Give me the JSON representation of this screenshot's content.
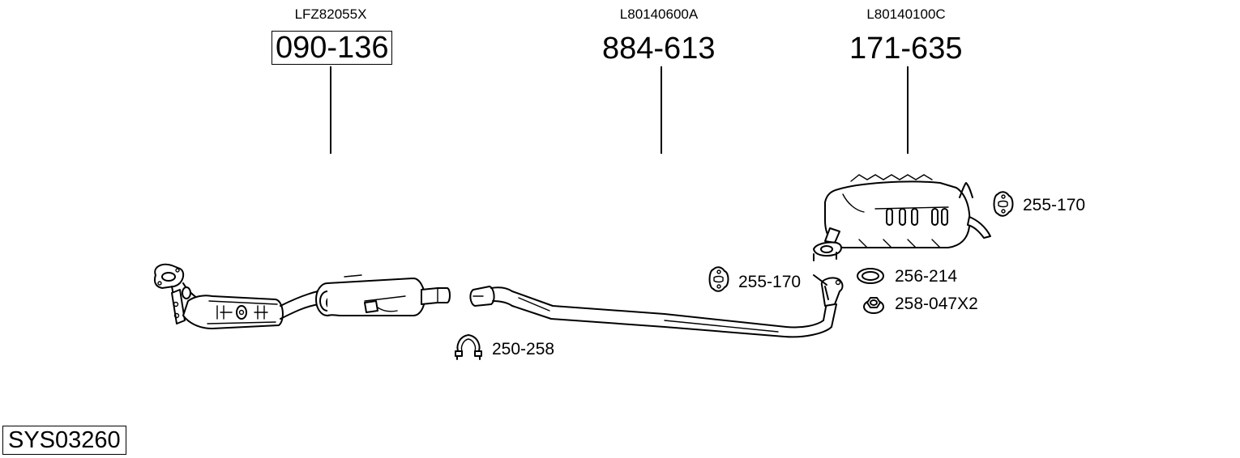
{
  "diagram": {
    "type": "exhaust-system-parts-diagram",
    "system_number": "SYS03260",
    "main_parts": [
      {
        "oem_number": "LFZ82055X",
        "part_number": "090-136",
        "boxed": true,
        "description": "catalytic-converter-with-front-silencer"
      },
      {
        "oem_number": "L80140600A",
        "part_number": "884-613",
        "boxed": false,
        "description": "middle-pipe"
      },
      {
        "oem_number": "L80140100C",
        "part_number": "171-635",
        "boxed": false,
        "description": "rear-silencer"
      }
    ],
    "accessories": [
      {
        "part_number": "255-170",
        "icon": "rubber-hanger-icon",
        "position": "rear-silencer-hanger"
      },
      {
        "part_number": "255-170",
        "icon": "rubber-hanger-icon",
        "position": "middle-pipe-hanger"
      },
      {
        "part_number": "256-214",
        "icon": "gasket-ring-icon",
        "position": "rear-flange"
      },
      {
        "part_number": "258-047X2",
        "icon": "flange-nut-icon",
        "position": "rear-flange"
      },
      {
        "part_number": "250-258",
        "icon": "pipe-clamp-icon",
        "position": "middle-pipe-front-joint"
      }
    ]
  }
}
